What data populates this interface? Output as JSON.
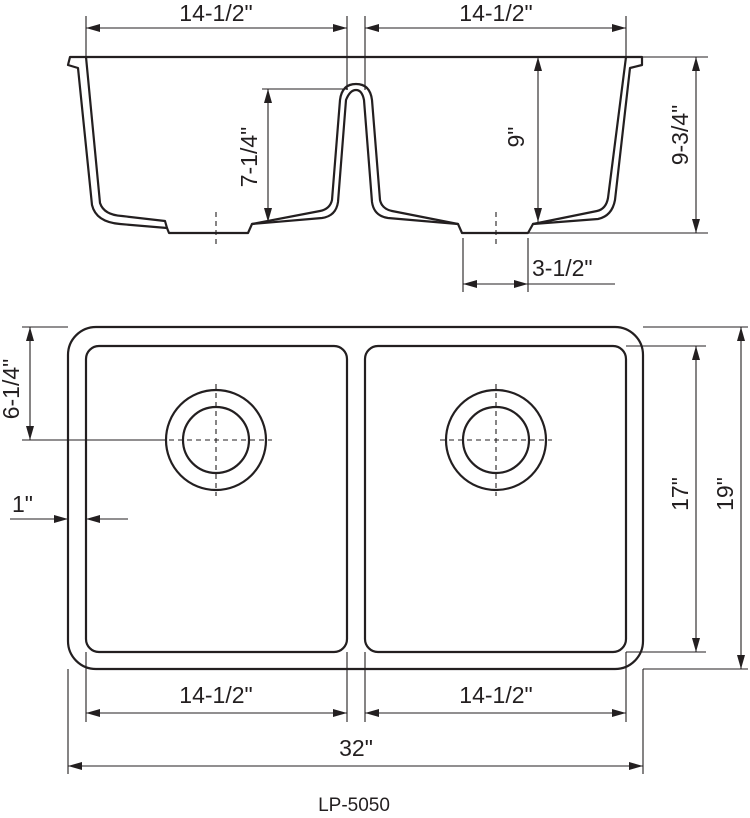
{
  "model": "LP-5050",
  "colors": {
    "line": "#231f20",
    "background": "#ffffff"
  },
  "dimensions": {
    "side_left_bowl_width": "14-1/2\"",
    "side_right_bowl_width": "14-1/2\"",
    "divider_height": "7-1/4\"",
    "bowl_depth": "9\"",
    "overall_depth": "9-3/4\"",
    "drain_offset": "3-1/2\"",
    "drain_from_back": "6-1/4\"",
    "rim_width": "1\"",
    "bowl_length": "17\"",
    "overall_length": "19\"",
    "top_left_bowl_width": "14-1/2\"",
    "top_right_bowl_width": "14-1/2\"",
    "overall_width": "32\""
  }
}
